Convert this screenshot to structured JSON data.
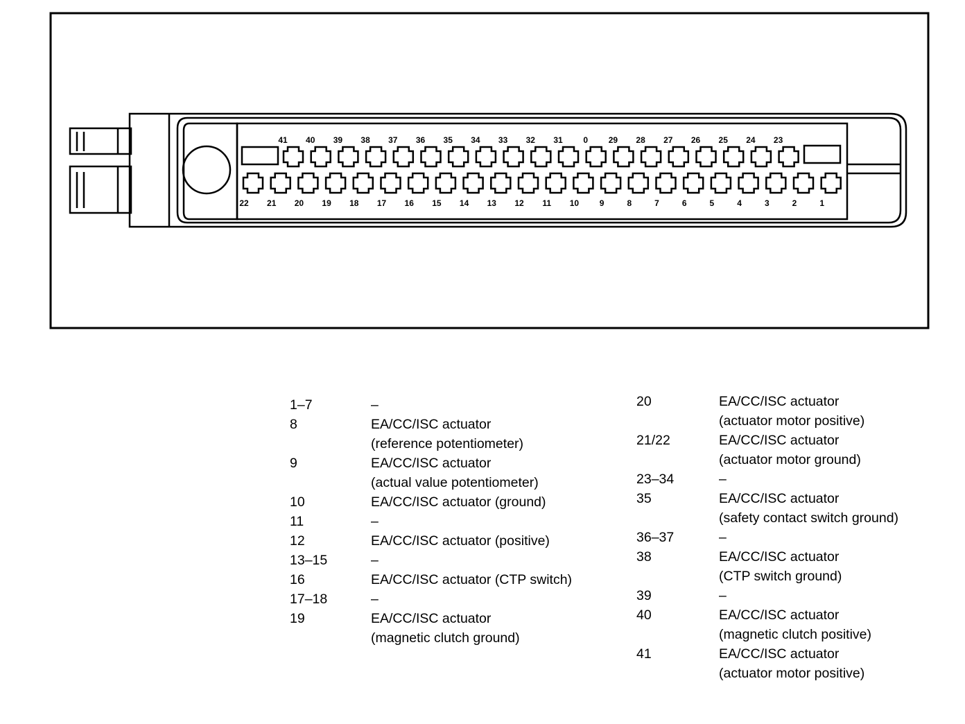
{
  "connector": {
    "top_row_labels": [
      "41",
      "40",
      "39",
      "38",
      "37",
      "36",
      "35",
      "34",
      "33",
      "32",
      "31",
      "0",
      "29",
      "28",
      "27",
      "26",
      "25",
      "24",
      "23"
    ],
    "bottom_row_labels": [
      "22",
      "21",
      "20",
      "19",
      "18",
      "17",
      "16",
      "15",
      "14",
      "13",
      "12",
      "11",
      "10",
      "9",
      "8",
      "7",
      "6",
      "5",
      "4",
      "3",
      "2",
      "1"
    ]
  },
  "legend_left": [
    {
      "pin": "1–7",
      "lines": [
        "–"
      ]
    },
    {
      "pin": "8",
      "lines": [
        "EA/CC/ISC actuator",
        "(reference potentiometer)"
      ]
    },
    {
      "pin": "9",
      "lines": [
        "EA/CC/ISC actuator",
        "(actual value potentiometer)"
      ]
    },
    {
      "pin": "10",
      "lines": [
        "EA/CC/ISC actuator (ground)"
      ]
    },
    {
      "pin": "11",
      "lines": [
        "–"
      ]
    },
    {
      "pin": "12",
      "lines": [
        "EA/CC/ISC actuator (positive)"
      ]
    },
    {
      "pin": "13–15",
      "lines": [
        "–"
      ]
    },
    {
      "pin": "16",
      "lines": [
        "EA/CC/ISC actuator (CTP switch)"
      ]
    },
    {
      "pin": "17–18",
      "lines": [
        "–"
      ]
    },
    {
      "pin": "19",
      "lines": [
        "EA/CC/ISC actuator",
        "(magnetic clutch ground)"
      ]
    }
  ],
  "legend_right": [
    {
      "pin": "20",
      "lines": [
        "EA/CC/ISC actuator",
        "(actuator motor positive)"
      ]
    },
    {
      "pin": "21/22",
      "lines": [
        "EA/CC/ISC actuator",
        "(actuator motor ground)"
      ]
    },
    {
      "pin": "23–34",
      "lines": [
        "–"
      ]
    },
    {
      "pin": "35",
      "lines": [
        "EA/CC/ISC actuator",
        "(safety contact switch ground)"
      ]
    },
    {
      "pin": "36–37",
      "lines": [
        "–"
      ]
    },
    {
      "pin": "38",
      "lines": [
        "EA/CC/ISC actuator",
        "(CTP switch ground)"
      ]
    },
    {
      "pin": "39",
      "lines": [
        "–"
      ]
    },
    {
      "pin": "40",
      "lines": [
        "EA/CC/ISC actuator",
        "(magnetic clutch positive)"
      ]
    },
    {
      "pin": "41",
      "lines": [
        "EA/CC/ISC actuator",
        "(actuator motor positive)"
      ]
    }
  ]
}
